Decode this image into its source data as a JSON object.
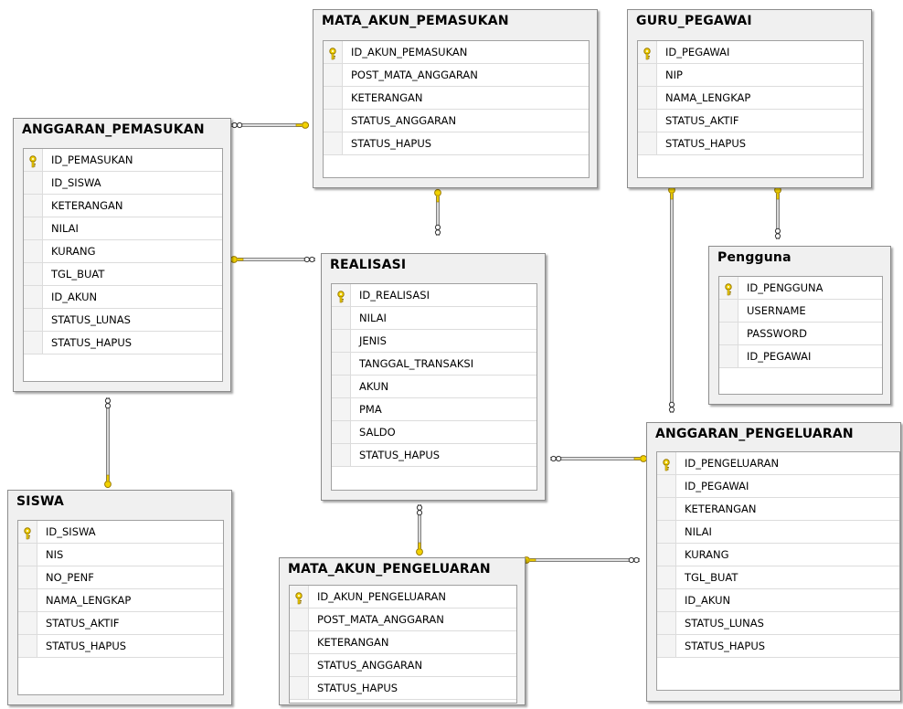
{
  "tables": {
    "mata_akun_pemasukan": {
      "title": "MATA_AKUN_PEMASUKAN",
      "columns": [
        "ID_AKUN_PEMASUKAN",
        "POST_MATA_ANGGARAN",
        "KETERANGAN",
        "STATUS_ANGGARAN",
        "STATUS_HAPUS"
      ]
    },
    "guru_pegawai": {
      "title": "GURU_PEGAWAI",
      "columns": [
        "ID_PEGAWAI",
        "NIP",
        "NAMA_LENGKAP",
        "STATUS_AKTIF",
        "STATUS_HAPUS"
      ]
    },
    "anggaran_pemasukan": {
      "title": "ANGGARAN_PEMASUKAN",
      "columns": [
        "ID_PEMASUKAN",
        "ID_SISWA",
        "KETERANGAN",
        "NILAI",
        "KURANG",
        "TGL_BUAT",
        "ID_AKUN",
        "STATUS_LUNAS",
        "STATUS_HAPUS"
      ]
    },
    "realisasi": {
      "title": "REALISASI",
      "columns": [
        "ID_REALISASI",
        "NILAI",
        "JENIS",
        "TANGGAL_TRANSAKSI",
        "AKUN",
        "PMA",
        "SALDO",
        "STATUS_HAPUS"
      ]
    },
    "pengguna": {
      "title": "Pengguna",
      "columns": [
        "ID_PENGGUNA",
        "USERNAME",
        "PASSWORD",
        "ID_PEGAWAI"
      ]
    },
    "anggaran_pengeluaran": {
      "title": "ANGGARAN_PENGELUARAN",
      "columns": [
        "ID_PENGELUARAN",
        "ID_PEGAWAI",
        "KETERANGAN",
        "NILAI",
        "KURANG",
        "TGL_BUAT",
        "ID_AKUN",
        "STATUS_LUNAS",
        "STATUS_HAPUS"
      ]
    },
    "siswa": {
      "title": "SISWA",
      "columns": [
        "ID_SISWA",
        "NIS",
        "NO_PENF",
        "NAMA_LENGKAP",
        "STATUS_AKTIF",
        "STATUS_HAPUS"
      ]
    },
    "mata_akun_pengeluaran": {
      "title": "MATA_AKUN_PENGELUARAN",
      "columns": [
        "ID_AKUN_PENGELUARAN",
        "POST_MATA_ANGGARAN",
        "KETERANGAN",
        "STATUS_ANGGARAN",
        "STATUS_HAPUS"
      ]
    }
  },
  "relationships": [
    {
      "many": "anggaran_pemasukan",
      "one": "mata_akun_pemasukan"
    },
    {
      "many": "realisasi",
      "one": "mata_akun_pemasukan"
    },
    {
      "many": "realisasi",
      "one": "anggaran_pemasukan"
    },
    {
      "many": "anggaran_pemasukan",
      "one": "siswa"
    },
    {
      "many": "realisasi",
      "one": "mata_akun_pengeluaran"
    },
    {
      "many": "realisasi",
      "one": "anggaran_pengeluaran"
    },
    {
      "many": "anggaran_pengeluaran",
      "one": "mata_akun_pengeluaran"
    },
    {
      "many": "anggaran_pengeluaran",
      "one": "guru_pegawai"
    },
    {
      "many": "pengguna",
      "one": "guru_pegawai"
    }
  ],
  "colors": {
    "key": "#f2d200",
    "key_outline": "#9a7a00",
    "line": "#808080",
    "frame": "#f0f0f0"
  }
}
